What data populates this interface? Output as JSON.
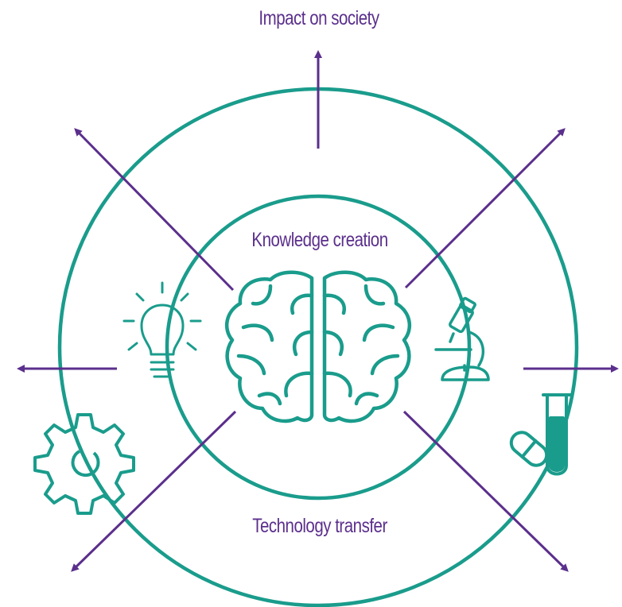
{
  "labels": {
    "impact": "Impact on society",
    "knowledge": "Knowledge creation",
    "transfer": "Technology transfer"
  },
  "icons": [
    "brain-icon",
    "lightbulb-icon",
    "microscope-icon",
    "gear-icon",
    "pill-and-test-tube-icon"
  ],
  "colors": {
    "teal": "#1a9c8c",
    "purple": "#5b2f8c"
  }
}
